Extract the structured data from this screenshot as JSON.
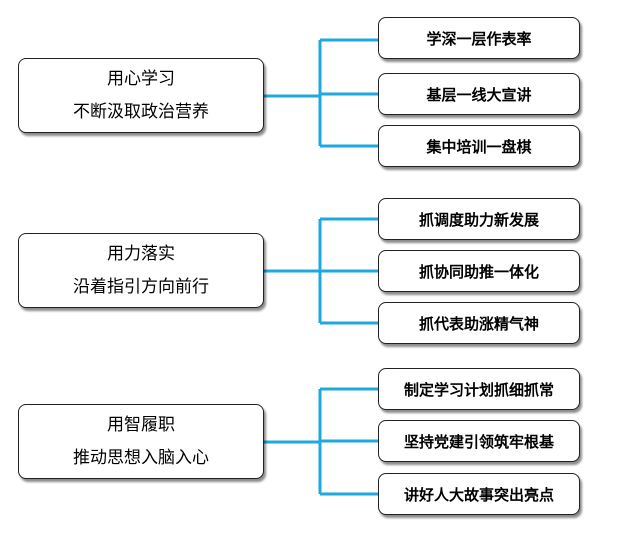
{
  "groups": [
    {
      "title": "用心学习",
      "subtitle": "不断汲取政治营养",
      "items": [
        "学深一层作表率",
        "基层一线大宣讲",
        "集中培训一盘棋"
      ]
    },
    {
      "title": "用力落实",
      "subtitle": "沿着指引方向前行",
      "items": [
        "抓调度助力新发展",
        "抓协同助推一体化",
        "抓代表助涨精气神"
      ]
    },
    {
      "title": "用智履职",
      "subtitle": "推动思想入脑入心",
      "items": [
        "制定学习计划抓细抓常",
        "坚持党建引领筑牢根基",
        "讲好人大故事突出亮点"
      ]
    }
  ],
  "colors": {
    "connector": "#1ea8e0",
    "border": "#222222"
  }
}
